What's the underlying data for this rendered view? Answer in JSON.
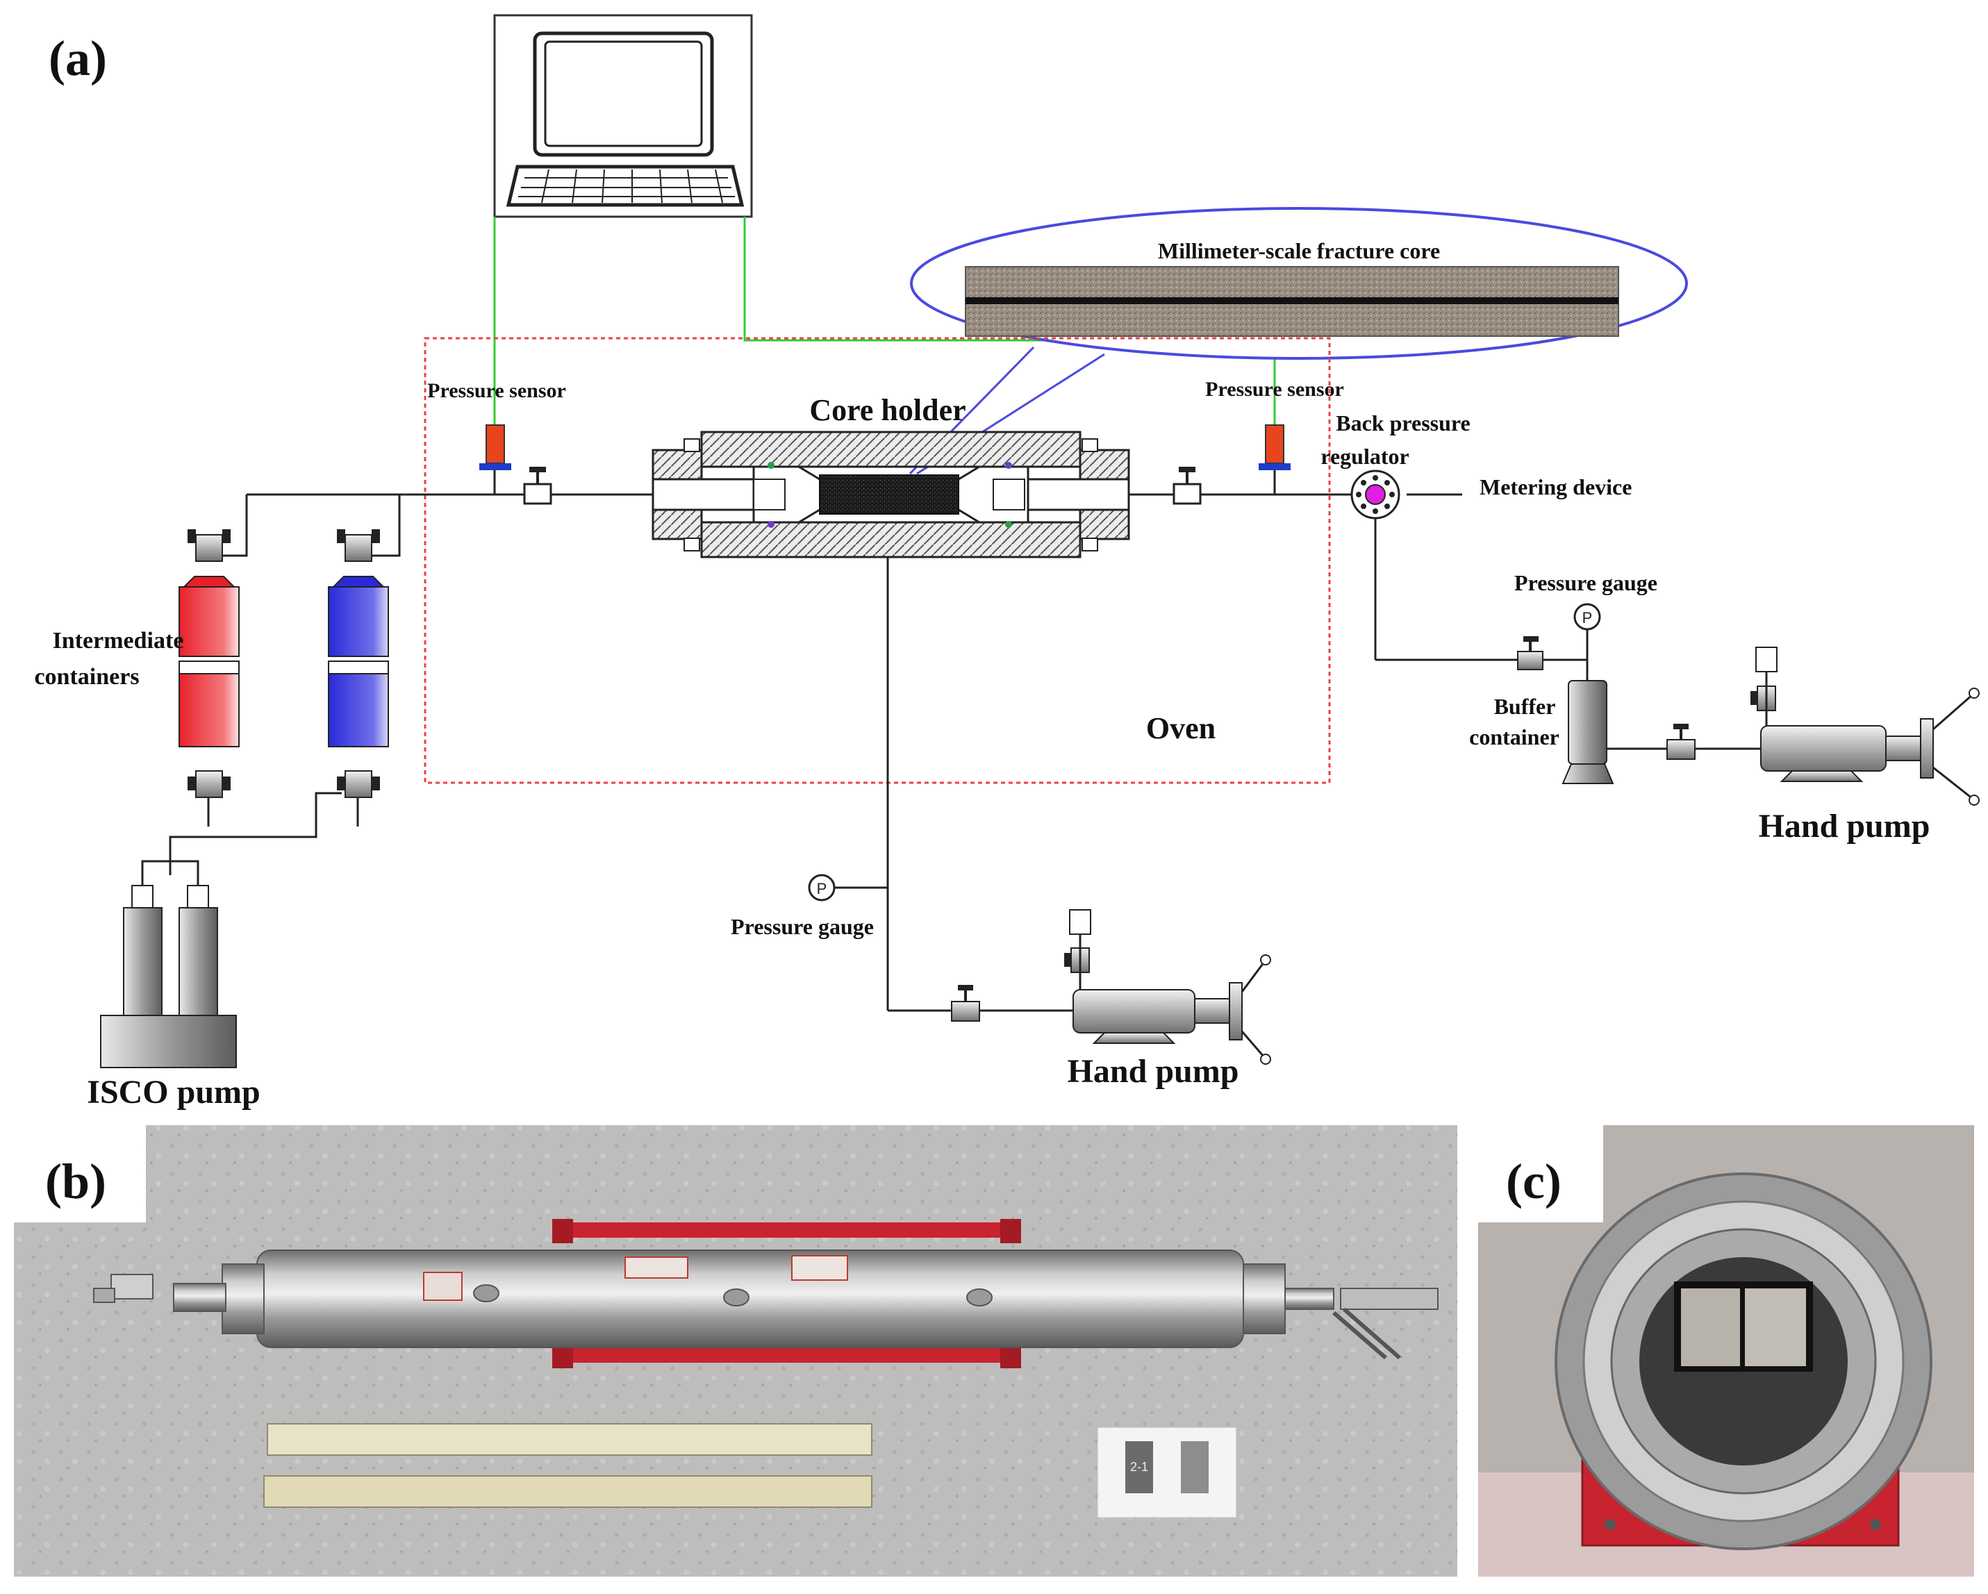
{
  "panels": {
    "a": "(a)",
    "b": "(b)",
    "c": "(c)"
  },
  "labels": {
    "fracture_core": "Millimeter-scale fracture core",
    "pressure_sensor_left": "Pressure sensor",
    "pressure_sensor_right": "Pressure sensor",
    "core_holder": "Core holder",
    "back_pressure_1": "Back pressure",
    "back_pressure_2": "regulator",
    "metering_device": "Metering device",
    "intermediate_1": "Intermediate",
    "intermediate_2": "containers",
    "oven": "Oven",
    "pressure_gauge_right": "Pressure gauge",
    "buffer_1": "Buffer",
    "buffer_2": "container",
    "hand_pump_right": "Hand pump",
    "pressure_gauge_bottom": "Pressure gauge",
    "hand_pump_bottom": "Hand pump",
    "isco_pump": "ISCO pump",
    "gauge_symbol": "P"
  },
  "colors": {
    "oven_border": "#e8433f",
    "signal_wire": "#33cc33",
    "callout": "#4a4ae0",
    "container_red": "#e8202a",
    "container_blue": "#2a2ad8",
    "sensor_orange": "#e8451e",
    "regulator_magenta": "#e020e0",
    "frame_red": "#c8242f"
  },
  "photos": {
    "b_samples": [
      "2-1",
      ""
    ]
  }
}
